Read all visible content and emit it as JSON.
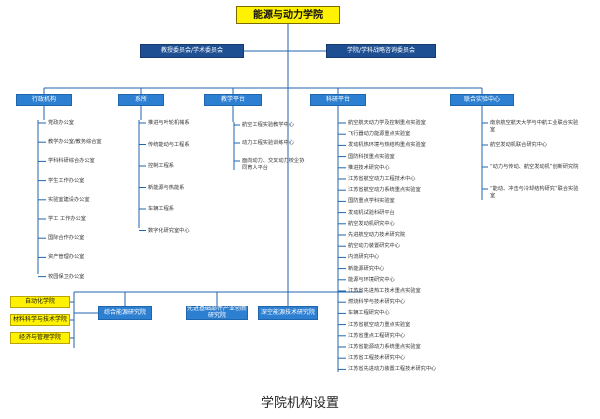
{
  "root": "能源与动力学院",
  "committees": [
    "教授委员会/学术委员会",
    "学院/学科战略咨询委员会"
  ],
  "categories": [
    {
      "label": "行政机构",
      "items": [
        "党政办公室",
        "教学办公室/教务综合室",
        "学科科研综合办公室",
        "学生工作办公室",
        "实验室建设办公室",
        "学工 工作办公室",
        "国际合作办公室",
        "资产管理办公室",
        "校园保卫办公室"
      ]
    },
    {
      "label": "系所",
      "items": [
        "推进与叶轮机械系",
        "传统能动与工程系",
        "控制工程系",
        "新能源与热能系",
        "车辆工程系",
        "数字化研究室中心"
      ]
    },
    {
      "label": "教学平台",
      "items": [
        "航空工程实验教学中心",
        "动力工程实验训练中心",
        "面向动力、交叉动力校企协同育人平台"
      ]
    },
    {
      "label": "科研平台",
      "items": [
        "航空航天动力学及控制重点实验室",
        "飞行器动力能源重点实验室",
        "发动机热环境与热结构重点实验室",
        "国防科技重点实验室",
        "推进技术研究中心",
        "江苏省航空动力工程技术中心",
        "江苏省航空动力系统重点实验室",
        "国防重点学科实验室",
        "发动机试验科研平台",
        "航空发动机研究中心",
        "先进航空动力技术研究院",
        "航空动力装置研究中心",
        "内流研究中心",
        "新能源研究中心",
        "能源与环境研究中心",
        "江苏省先进热工技术重点实验室",
        "燃烧科学与技术研究中心",
        "车辆工程研究中心",
        "江苏省航空动力重点实验室",
        "江苏省重点工程研究中心",
        "江苏省能源动力系统重点实验室",
        "江苏省工程技术研究中心",
        "江苏省先进动力装置工程技术研究中心"
      ]
    },
    {
      "label": "联合实验中心",
      "items": [
        "南京航空航天大学与中航工业联合实验室",
        "航空发动机联合研究中心",
        "“动力与传动、航空发动机”创新研究院",
        "“能动、冲击与冷却结构研究”联合实验室"
      ]
    }
  ],
  "bottom_left": [
    "自动化学院",
    "材料科学与技术学院",
    "经济与管理学院"
  ],
  "bottom_centers": [
    "综合能源研究院",
    "先进基础部件产业创新研究院",
    "深空能源技术研究院"
  ],
  "caption": "学院机构设置"
}
